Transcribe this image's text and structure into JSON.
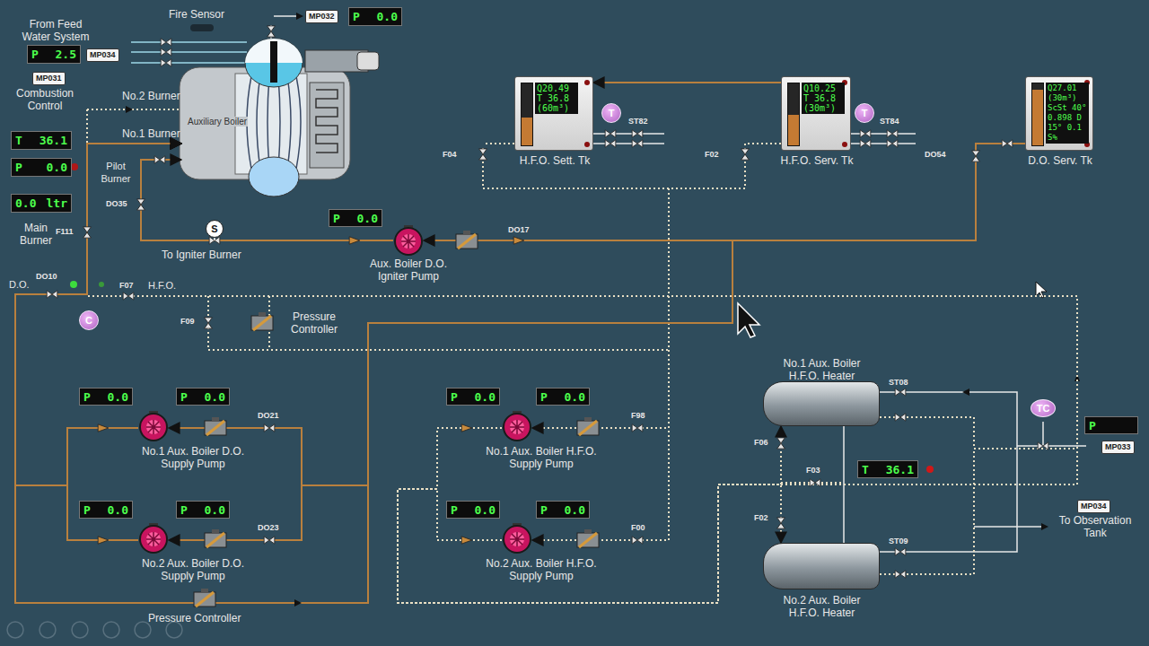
{
  "diagram": {
    "nodes": [
      {
        "text": [
          "MP032"
        ]
      },
      {
        "text": [
          "P",
          "0.0"
        ]
      },
      {
        "text": [
          "MP034"
        ]
      },
      {
        "text": [
          "P",
          "2.5"
        ]
      },
      {
        "text": [
          "MP031"
        ]
      },
      {
        "text": [
          "Auxiliary Boiler"
        ]
      },
      {
        "text": [
          "Q20.49 T 36.8 (60m³)",
          "H.F.O. Sett. Tk"
        ]
      },
      {
        "text": [
          "T"
        ]
      },
      {
        "text": [
          "Q10.25 T 36.8 (30m³)",
          "H.F.O. Serv. Tk"
        ]
      },
      {
        "text": [
          "T"
        ]
      },
      {
        "text": [
          "Q27.01 (30m³) ScSt 40° 0.898 D 15° 0.1 S%",
          "D.O. Serv. Tk"
        ]
      },
      {
        "text": [
          "T",
          "36.1"
        ]
      },
      {
        "text": [
          "P",
          "0.0"
        ]
      },
      {
        "text": [
          "0.0",
          "ltr"
        ]
      },
      {
        "text": [
          "S"
        ]
      },
      {
        "text": [
          "P",
          "0.0"
        ]
      },
      {
        "text": [
          "Aux. Boiler D.O. Igniter Pump"
        ]
      },
      {
        "text": [
          "C"
        ]
      },
      {
        "text": [
          "No.1 Aux. Boiler H.F.O. Heater"
        ]
      },
      {
        "text": [
          "TC"
        ]
      },
      {
        "text": [
          "P"
        ]
      },
      {
        "text": [
          "MP033"
        ]
      },
      {
        "text": [
          "T",
          "36.1"
        ]
      },
      {
        "text": [
          "MP034"
        ]
      },
      {
        "text": [
          "P",
          "0.0"
        ]
      },
      {
        "text": [
          "P",
          "0.0"
        ]
      },
      {
        "text": [
          "No.1 Aux. Boiler D.O. Supply Pump"
        ]
      },
      {
        "text": [
          "P",
          "0.0"
        ]
      },
      {
        "text": [
          "P",
          "0.0"
        ]
      },
      {
        "text": [
          "No.1 Aux. Boiler H.F.O. Supply Pump"
        ]
      },
      {
        "text": [
          "P",
          "0.0"
        ]
      },
      {
        "text": [
          "P",
          "0.0"
        ]
      },
      {
        "text": [
          "No.2 Aux. Boiler D.O. Supply Pump"
        ]
      },
      {
        "text": [
          "P",
          "0.0"
        ]
      },
      {
        "text": [
          "P",
          "0.0"
        ]
      },
      {
        "text": [
          "No.2 Aux. Boiler H.F.O. Supply Pump"
        ]
      },
      {
        "text": [
          "No.2 Aux. Boiler H.F.O. Heater"
        ]
      }
    ],
    "edges": [
      {
        "from": 8,
        "to": 6,
        "arrow": "to"
      },
      {
        "from": 10,
        "to": 16,
        "arrow": "to"
      },
      {
        "from": 16,
        "to": 5,
        "arrow": "to"
      },
      {
        "from": 8,
        "to": 29,
        "arrow": "to"
      },
      {
        "from": 8,
        "to": 35,
        "arrow": "to"
      },
      {
        "from": 29,
        "to": 18,
        "arrow": "to"
      },
      {
        "from": 35,
        "to": 36,
        "arrow": "to"
      },
      {
        "from": 18,
        "to": 5,
        "arrow": "to"
      },
      {
        "from": 36,
        "to": 5,
        "arrow": "to"
      },
      {
        "from": 10,
        "to": 26,
        "arrow": "to"
      },
      {
        "from": 10,
        "to": 32,
        "arrow": "to"
      },
      {
        "from": 26,
        "to": 5,
        "arrow": "to"
      },
      {
        "from": 32,
        "to": 5,
        "arrow": "to"
      }
    ],
    "labels": [
      "From Feed Water System",
      "Fire Sensor",
      "Combustion Control",
      "No.2 Burner",
      "No.1 Burner",
      "Pilot Burner",
      "Main Burner",
      "DO35",
      "F111",
      "To Igniter Burner",
      "DO17",
      "ST82",
      "F04",
      "ST84",
      "F02",
      "DO54",
      "D.O.",
      "DO10",
      "F07",
      "H.F.O.",
      "F09",
      "Pressure Controller",
      "DO21",
      "DO23",
      "F98",
      "F00",
      "ST08",
      "F06",
      "F03",
      "F02",
      "ST09",
      "To Observation Tank",
      "Pressure Controller"
    ]
  }
}
